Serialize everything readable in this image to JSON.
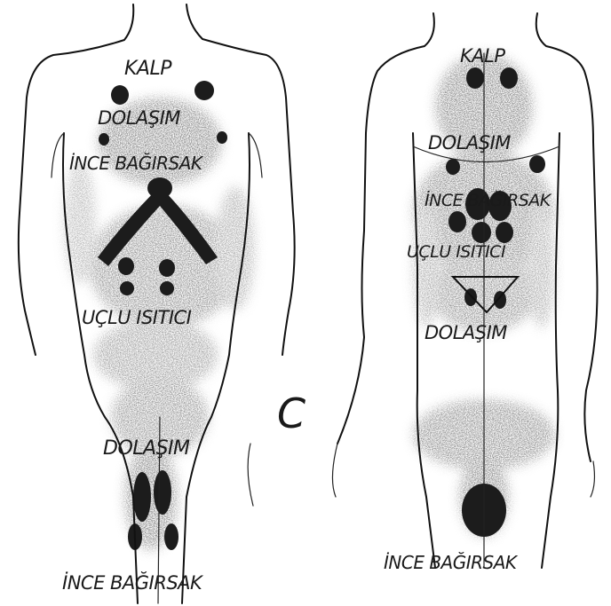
{
  "figure": {
    "panel_letter": "C",
    "front_view": {
      "labels": {
        "heart": "KALP",
        "circulation_upper": "DOLAŞIM",
        "small_intestine_upper": "İNCE BAĞIRSAK",
        "triple_heater": "UÇLU ISITICI",
        "circulation_lower": "DOLAŞIM",
        "small_intestine_lower": "İNCE BAĞIRSAK"
      }
    },
    "back_view": {
      "labels": {
        "heart": "KALP",
        "circulation_upper": "DOLAŞIM",
        "small_intestine_upper": "İNCE BAĞIRSAK",
        "triple_heater": "UÇLU ISITICI",
        "circulation_lower": "DOLAŞIM",
        "small_intestine_lower": "İNCE BAĞIRSAK"
      }
    },
    "colors": {
      "ink": "#111111",
      "shading": "#6b6b6b",
      "dark_zone": "#1c1c1c",
      "paper": "#ffffff"
    }
  }
}
